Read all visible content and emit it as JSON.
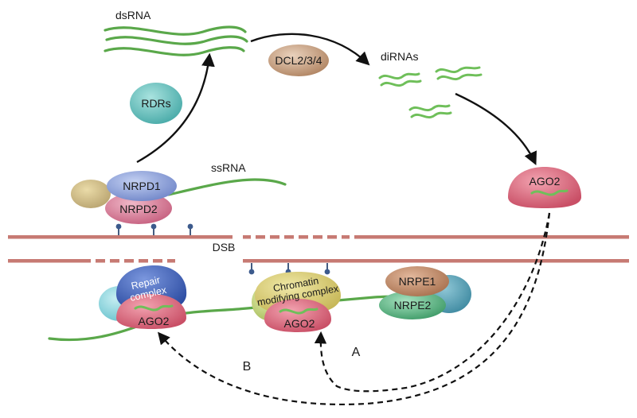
{
  "labels": {
    "dsrna": "dsRNA",
    "dcl": "DCL2/3/4",
    "dirnas": "diRNAs",
    "rdrs": "RDRs",
    "ssrna": "ssRNA",
    "nrpd1": "NRPD1",
    "nrpd2": "NRPD2",
    "ago2_top": "AGO2",
    "dsb": "DSB",
    "repair_line1": "Repair",
    "repair_line2": "complex",
    "ago2_left": "AGO2",
    "chromatin_line1": "Chromatin",
    "chromatin_line2": "modifying complex",
    "ago2_mid": "AGO2",
    "nrpe1": "NRPE1",
    "nrpe2": "NRPE2",
    "path_a": "A",
    "path_b": "B"
  },
  "colors": {
    "rna_strand": "#5aa84a",
    "dna_strand": "#c77a73",
    "ago2": "#d9677a",
    "nrpd1": "#8fa6dc",
    "nrpd2": "#d77f9a",
    "nrpe1": "#b9866a",
    "nrpe2": "#5fb586",
    "rdrs": "#6cc6c3",
    "dcl": "#c9a284",
    "repair_complex": "#3e62b3",
    "chromatin_complex": "#d4c66a"
  }
}
